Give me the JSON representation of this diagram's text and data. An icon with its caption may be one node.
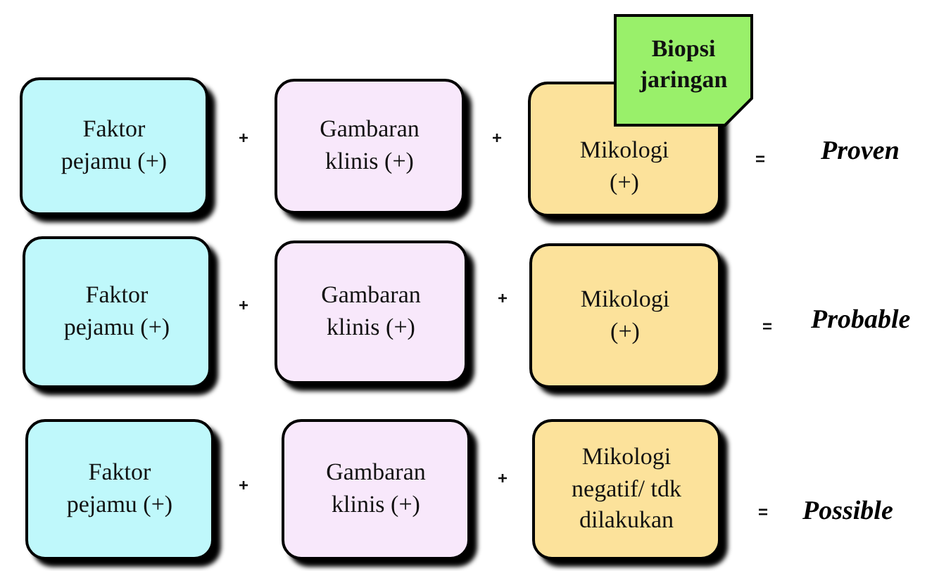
{
  "diagram": {
    "nodes": [
      {
        "text": [
          "Faktor pejamu (+)"
        ]
      },
      {
        "text": [
          "Gambaran klinis (+)"
        ]
      },
      {
        "text": [
          "Biopsi jaringan"
        ]
      },
      {
        "text": [
          "Mikologi (+)"
        ]
      },
      {
        "text": [
          "Faktor pejamu (+)"
        ]
      },
      {
        "text": [
          "Gambaran klinis (+)"
        ]
      },
      {
        "text": [
          "Mikologi (+)"
        ]
      },
      {
        "text": [
          "Faktor pejamu (+)"
        ]
      },
      {
        "text": [
          "Gambaran klinis (+)"
        ]
      },
      {
        "text": [
          "Mikologi negatif/ tdk dilakukan"
        ]
      }
    ],
    "labels": [
      "+",
      "+",
      "=",
      "Proven",
      "+",
      "+",
      "=",
      "Probable",
      "+",
      "+",
      "=",
      "Possible"
    ]
  }
}
